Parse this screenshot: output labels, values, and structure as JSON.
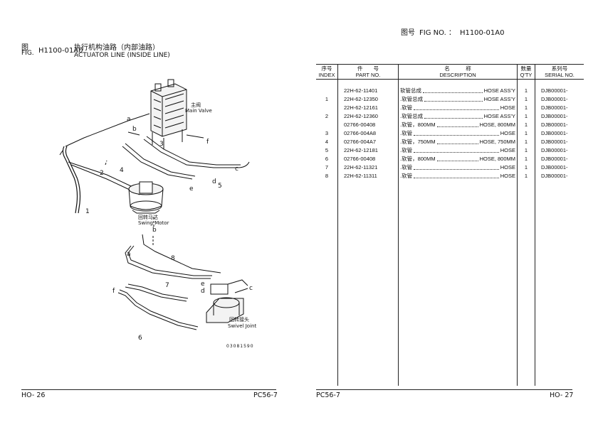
{
  "left_page": {
    "fig_label_cn": "图",
    "fig_label_en": "FIG.",
    "fig_number": "H1100-01A0",
    "title_cn": "执行机构油路（内部油路）",
    "title_en": "ACTUATOR LINE (INSIDE LINE)",
    "page_number": "HO- 26",
    "model": "PC56-7",
    "drawing_number": "03081590"
  },
  "diagram": {
    "main_valve_cn": "主阀",
    "main_valve_en": "Main Valve",
    "swing_motor_cn": "回转马达",
    "swing_motor_en": "Swing Motor",
    "swivel_joint_cn": "回转接头",
    "swivel_joint_en": "Swivel Joint",
    "callouts": [
      "1",
      "2",
      "3",
      "4",
      "5",
      "6",
      "7",
      "8",
      "a",
      "b",
      "c",
      "d",
      "e",
      "f"
    ]
  },
  "right_page": {
    "fig_no_cn": "图号",
    "fig_no_en": "FIG NO. ：",
    "fig_no_value": "H1100-01A0",
    "page_number": "HO- 27",
    "model": "PC56-7"
  },
  "parts_table": {
    "headers": {
      "index_cn": "序号",
      "index_en": "INDEX",
      "part_cn": "件　　号",
      "part_en": "PART NO.",
      "desc_cn": "名　　　称",
      "desc_en": "DESCRIPTION",
      "qty_cn": "数量",
      "qty_en": "Q'TY",
      "serial_cn": "系列号",
      "serial_en": "SERIAL NO."
    },
    "rows": [
      {
        "index": "",
        "part_no": "22H-62-11401",
        "desc_cn": "软管总成",
        "desc_en": "HOSE ASS'Y",
        "qty": "1",
        "serial": "DJB00001-"
      },
      {
        "index": "1",
        "part_no": "22H-62-12350",
        "desc_cn": ".软管总成",
        "desc_en": "HOSE ASS'Y",
        "qty": "1",
        "serial": "DJB00001-"
      },
      {
        "index": "",
        "part_no": "22H-62-12161",
        "desc_cn": ".软管",
        "desc_en": "HOSE",
        "qty": "1",
        "serial": "DJB00001-"
      },
      {
        "index": "2",
        "part_no": "22H-62-12360",
        "desc_cn": ".软管总成",
        "desc_en": "HOSE ASS'Y",
        "qty": "1",
        "serial": "DJB00001-"
      },
      {
        "index": "",
        "part_no": "02766-00408",
        "desc_cn": ".软管，800MM",
        "desc_en": "HOSE, 800MM",
        "qty": "1",
        "serial": "DJB00001-"
      },
      {
        "index": "3",
        "part_no": "02766-004A8",
        "desc_cn": ".软管",
        "desc_en": "HOSE",
        "qty": "1",
        "serial": "DJB00001-"
      },
      {
        "index": "4",
        "part_no": "02766-004A7",
        "desc_cn": ".软管，750MM",
        "desc_en": "HOSE, 750MM",
        "qty": "1",
        "serial": "DJB00001-"
      },
      {
        "index": "5",
        "part_no": "22H-62-12181",
        "desc_cn": ".软管",
        "desc_en": "HOSE",
        "qty": "1",
        "serial": "DJB00001-"
      },
      {
        "index": "6",
        "part_no": "02766-00408",
        "desc_cn": ".软管，800MM",
        "desc_en": "HOSE, 800MM",
        "qty": "1",
        "serial": "DJB00001-"
      },
      {
        "index": "7",
        "part_no": "22H-62-11321",
        "desc_cn": ".软管",
        "desc_en": "HOSE",
        "qty": "1",
        "serial": "DJB00001-"
      },
      {
        "index": "8",
        "part_no": "22H-62-11311",
        "desc_cn": ".软管",
        "desc_en": "HOSE",
        "qty": "1",
        "serial": "DJB00001-"
      }
    ]
  }
}
